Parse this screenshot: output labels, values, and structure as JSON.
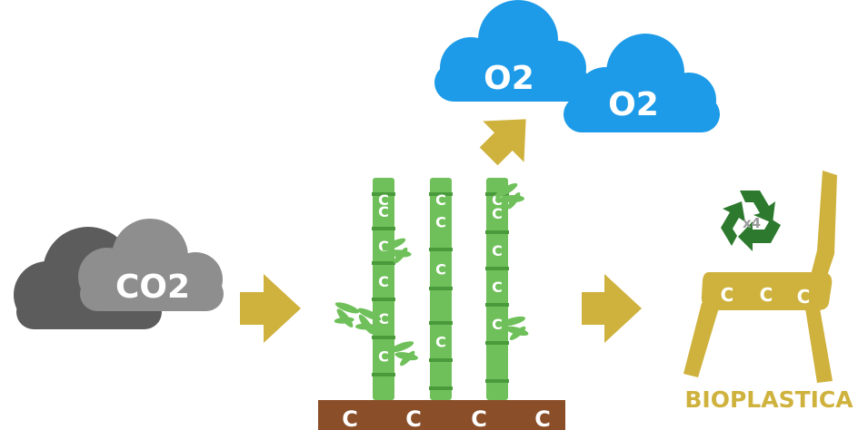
{
  "co2_cloud": {
    "label": "CO2"
  },
  "o2_clouds": {
    "front_label": "O2",
    "back_label": "O2"
  },
  "bamboo": {
    "node_label": "C"
  },
  "soil": {
    "labels": [
      "C",
      "C",
      "C",
      "C"
    ]
  },
  "recycle": {
    "multiplier": "x4"
  },
  "chair": {
    "labels": [
      "C",
      "C",
      "C"
    ],
    "caption": "BIOPLASTICA"
  },
  "colors": {
    "gold": "#cfb23d",
    "bamboo_green": "#6fc05a",
    "sky_blue": "#1d9be8",
    "dark_cloud": "#5c5c5c",
    "light_cloud": "#8e8e8e",
    "soil": "#8a4e29",
    "recycle_green": "#2d7a2e"
  }
}
